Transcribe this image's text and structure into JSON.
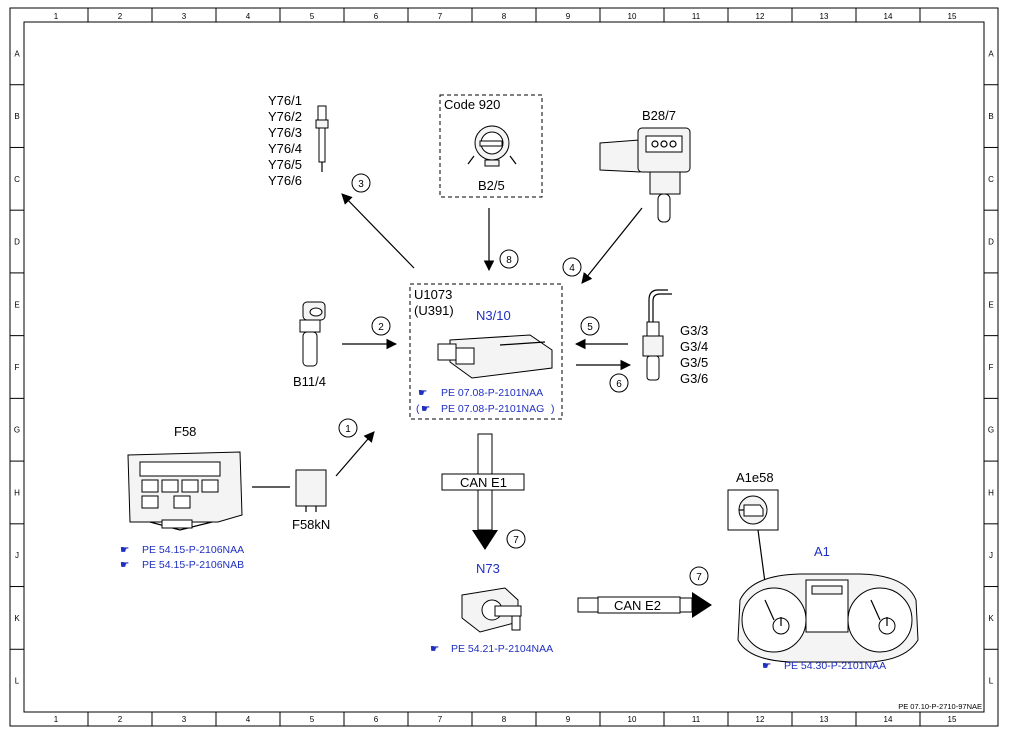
{
  "grid": {
    "columns": [
      "1",
      "2",
      "3",
      "4",
      "5",
      "6",
      "7",
      "8",
      "9",
      "10",
      "11",
      "12",
      "13",
      "14",
      "15"
    ],
    "rows": [
      "A",
      "B",
      "C",
      "D",
      "E",
      "F",
      "G",
      "H",
      "J",
      "K",
      "L"
    ]
  },
  "doc_code": "PE 07.10-P-2710-97NAE",
  "components": {
    "glow_plugs": {
      "codes": [
        "Y76/1",
        "Y76/2",
        "Y76/3",
        "Y76/4",
        "Y76/5",
        "Y76/6"
      ]
    },
    "code_920": {
      "header": "Code 920",
      "label": "B2/5"
    },
    "b28_7": {
      "label": "B28/7"
    },
    "ecu": {
      "line1": "U1073",
      "line2": "(U391)",
      "label": "N3/10",
      "ref1": "PE 07.08-P-2101NAA",
      "ref2_prefix": "(",
      "ref2": "PE 07.08-P-2101NAG",
      "ref2_suffix": ")"
    },
    "b11_4": {
      "label": "B11/4"
    },
    "g3": {
      "codes": [
        "G3/3",
        "G3/4",
        "G3/5",
        "G3/6"
      ]
    },
    "f58": {
      "label": "F58",
      "ref1": "PE 54.15-P-2106NAA",
      "ref2": "PE 54.15-P-2106NAB"
    },
    "f58kn": {
      "label": "F58kN"
    },
    "can_e1": {
      "label": "CAN E1"
    },
    "n73": {
      "label": "N73",
      "ref": "PE 54.21-P-2104NAA"
    },
    "can_e2": {
      "label": "CAN E2"
    },
    "a1e58": {
      "label": "A1e58"
    },
    "a1": {
      "label": "A1",
      "ref": "PE 54.30-P-2101NAA"
    }
  },
  "arrow_numbers": {
    "n1": "1",
    "n2": "2",
    "n3": "3",
    "n4": "4",
    "n5": "5",
    "n6": "6",
    "n7a": "7",
    "n7b": "7",
    "n8": "8"
  }
}
